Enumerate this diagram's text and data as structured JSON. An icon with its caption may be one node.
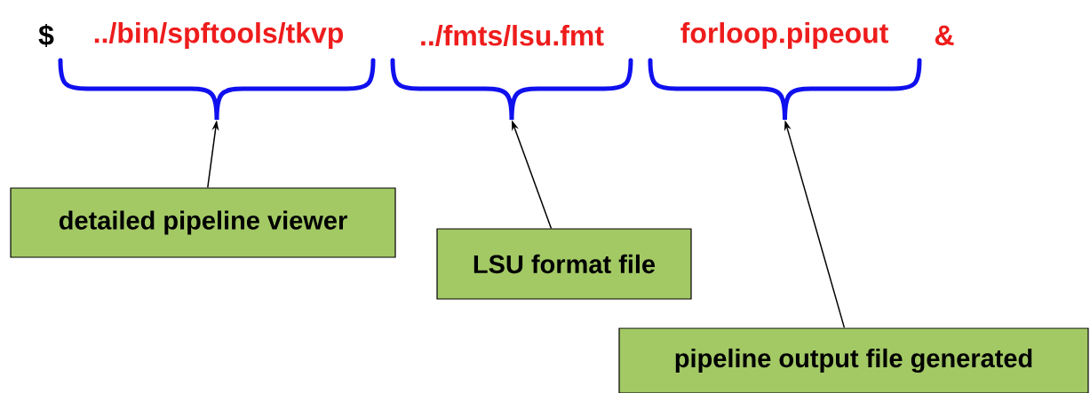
{
  "diagram": {
    "nodes": [
      {
        "text": [],
        "shape": "brace"
      },
      {
        "text": [],
        "shape": "brace"
      },
      {
        "text": [],
        "shape": "brace"
      },
      {
        "text": [
          "detailed pipeline viewer"
        ]
      },
      {
        "text": [
          "LSU format file"
        ]
      },
      {
        "text": [
          "pipeline output file generated"
        ]
      }
    ],
    "edges": [
      {
        "from": 3,
        "to": 0,
        "arrow": "to"
      },
      {
        "from": 4,
        "to": 1,
        "arrow": "to"
      },
      {
        "from": 5,
        "to": 2,
        "arrow": "to"
      }
    ],
    "labels": [
      "$",
      "../bin/spftools/tkvp",
      "../fmts/lsu.fmt",
      "forloop.pipeout",
      "&"
    ]
  }
}
